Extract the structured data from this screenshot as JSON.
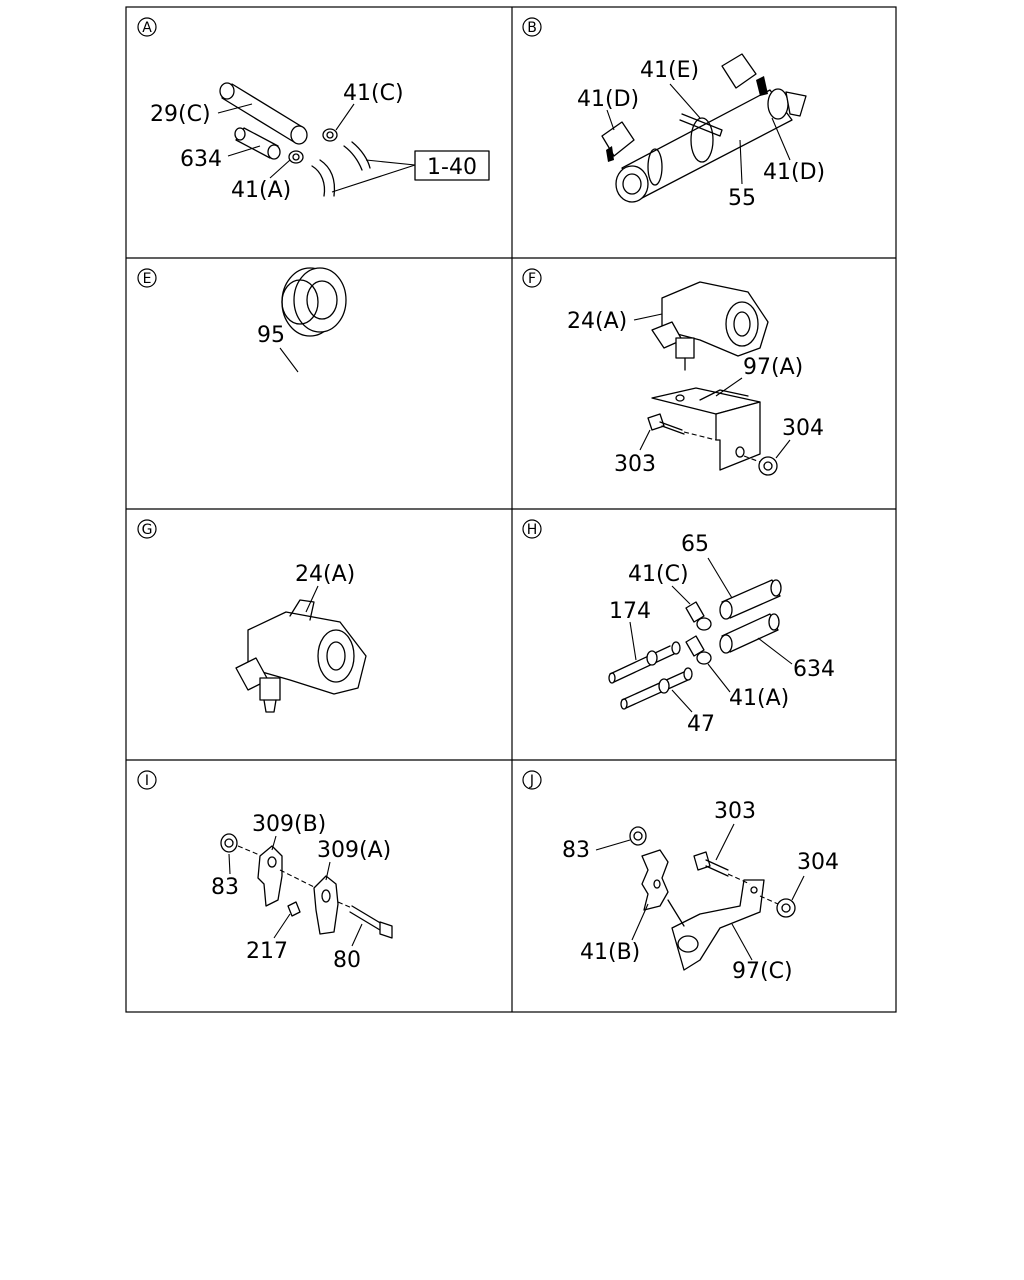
{
  "panels": {
    "A": {
      "badge": "A",
      "labels": {
        "p29c": "29(C)",
        "p634": "634",
        "p41a": "41(A)",
        "p41c": "41(C)",
        "ref": "1-40"
      }
    },
    "B": {
      "badge": "B",
      "labels": {
        "p41e": "41(E)",
        "p41d_left": "41(D)",
        "p41d_right": "41(D)",
        "p55": "55"
      }
    },
    "E": {
      "badge": "E",
      "labels": {
        "p95": "95"
      }
    },
    "F": {
      "badge": "F",
      "labels": {
        "p24a": "24(A)",
        "p97a": "97(A)",
        "p304": "304",
        "p303": "303"
      }
    },
    "G": {
      "badge": "G",
      "labels": {
        "p24a": "24(A)"
      }
    },
    "H": {
      "badge": "H",
      "labels": {
        "p65": "65",
        "p41c": "41(C)",
        "p174": "174",
        "p634": "634",
        "p41a": "41(A)",
        "p47": "47"
      }
    },
    "I": {
      "badge": "I",
      "labels": {
        "p309b": "309(B)",
        "p309a": "309(A)",
        "p83": "83",
        "p217": "217",
        "p80": "80"
      }
    },
    "J": {
      "badge": "J",
      "labels": {
        "p303": "303",
        "p83": "83",
        "p304": "304",
        "p41b": "41(B)",
        "p97c": "97(C)"
      }
    }
  }
}
